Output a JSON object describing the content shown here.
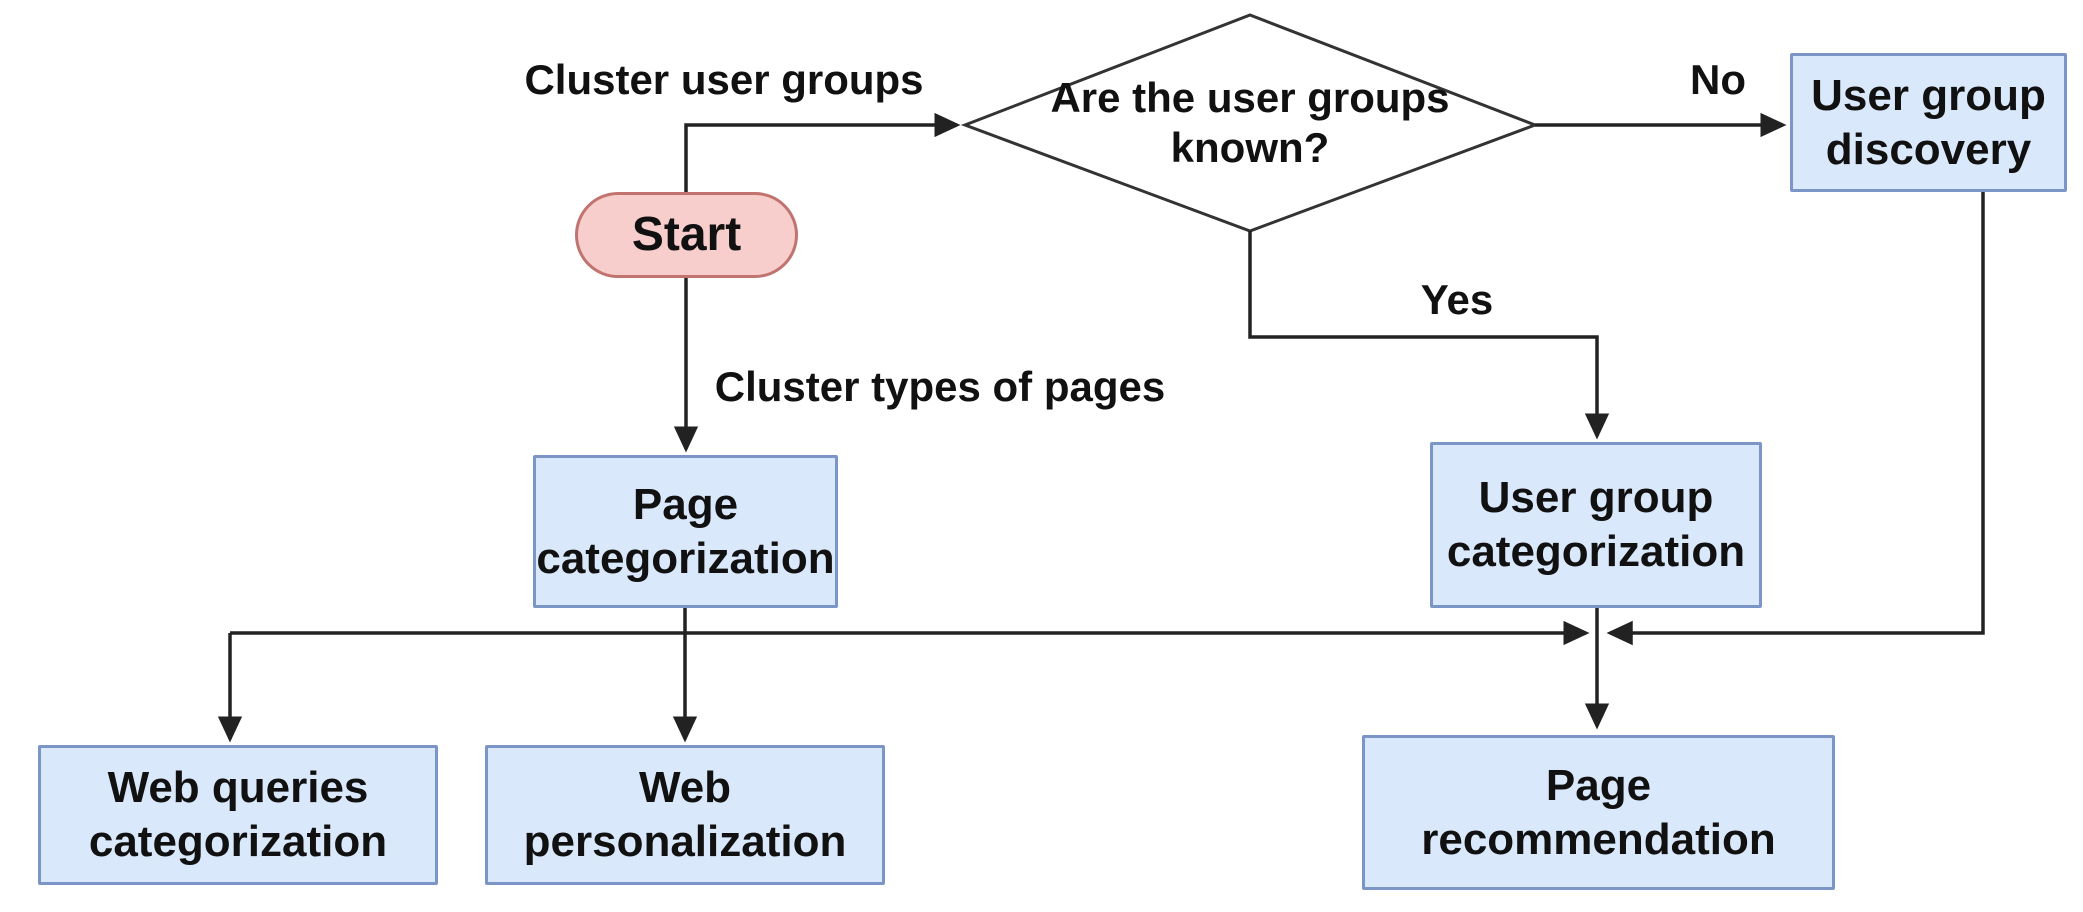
{
  "diagram": {
    "type": "flowchart",
    "background": "#ffffff",
    "nodes": {
      "start": {
        "label": "Start",
        "shape": "stadium"
      },
      "decision": {
        "label": "Are the user groups\nknown?",
        "shape": "diamond"
      },
      "user_group_discovery": {
        "label": "User group\ndiscovery",
        "shape": "process"
      },
      "user_group_categorization": {
        "label": "User group\ncategorization",
        "shape": "process"
      },
      "page_categorization": {
        "label": "Page\ncategorization",
        "shape": "process"
      },
      "web_queries_categorization": {
        "label": "Web queries\ncategorization",
        "shape": "process"
      },
      "web_personalization": {
        "label": "Web\npersonalization",
        "shape": "process"
      },
      "page_recommendation": {
        "label": "Page\nrecommendation",
        "shape": "process"
      }
    },
    "edge_labels": {
      "cluster_user_groups": "Cluster user groups",
      "cluster_types_of_pages": "Cluster types of pages",
      "no": "No",
      "yes": "Yes"
    },
    "edges": [
      {
        "from": "start",
        "to": "decision",
        "label": "Cluster user groups"
      },
      {
        "from": "decision",
        "to": "user_group_discovery",
        "label": "No"
      },
      {
        "from": "decision",
        "to": "user_group_categorization",
        "label": "Yes"
      },
      {
        "from": "start",
        "to": "page_categorization",
        "label": "Cluster types of pages"
      },
      {
        "from": "page_categorization",
        "to": "web_queries_categorization",
        "label": ""
      },
      {
        "from": "page_categorization",
        "to": "web_personalization",
        "label": ""
      },
      {
        "from": "page_categorization",
        "to": "page_recommendation",
        "label": ""
      },
      {
        "from": "user_group_discovery",
        "to": "page_recommendation",
        "label": ""
      },
      {
        "from": "user_group_categorization",
        "to": "page_recommendation",
        "label": ""
      }
    ],
    "colors": {
      "process_fill": "#dae8fc",
      "process_border": "#7b96c6",
      "start_fill": "#f8cecc",
      "start_border": "#c0736f",
      "decision_fill": "#ffffff",
      "line": "#222222",
      "text": "#111111"
    }
  }
}
